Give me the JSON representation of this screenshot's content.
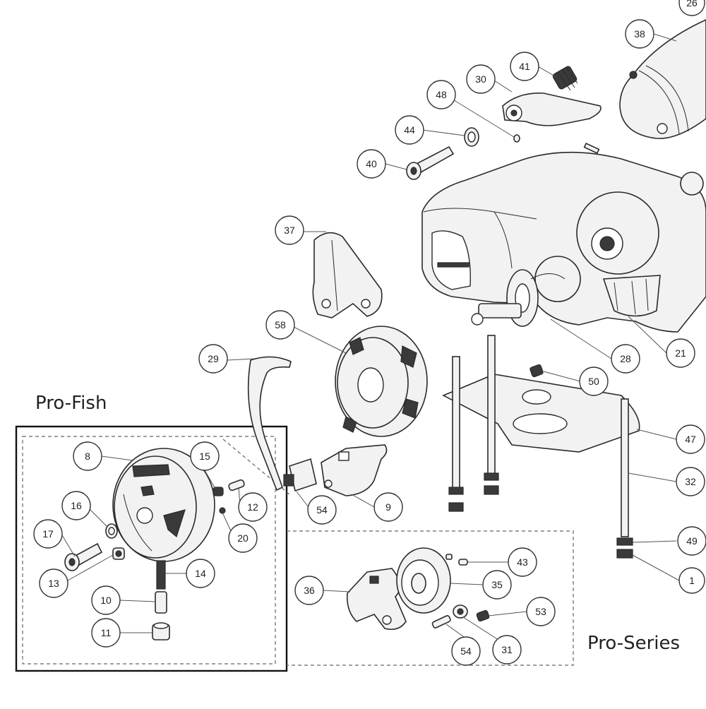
{
  "groups": {
    "pro_fish": "Pro-Fish",
    "pro_series": "Pro-Series"
  },
  "callouts": [
    {
      "id": "26",
      "label": "26"
    },
    {
      "id": "38",
      "label": "38"
    },
    {
      "id": "41",
      "label": "41"
    },
    {
      "id": "30",
      "label": "30"
    },
    {
      "id": "48",
      "label": "48"
    },
    {
      "id": "44",
      "label": "44"
    },
    {
      "id": "40",
      "label": "40"
    },
    {
      "id": "37",
      "label": "37"
    },
    {
      "id": "58",
      "label": "58"
    },
    {
      "id": "29",
      "label": "29"
    },
    {
      "id": "28",
      "label": "28"
    },
    {
      "id": "21",
      "label": "21"
    },
    {
      "id": "50",
      "label": "50"
    },
    {
      "id": "47",
      "label": "47"
    },
    {
      "id": "32",
      "label": "32"
    },
    {
      "id": "49",
      "label": "49"
    },
    {
      "id": "1",
      "label": "1"
    },
    {
      "id": "9",
      "label": "9"
    },
    {
      "id": "54a",
      "label": "54"
    },
    {
      "id": "8",
      "label": "8"
    },
    {
      "id": "15",
      "label": "15"
    },
    {
      "id": "12",
      "label": "12"
    },
    {
      "id": "20",
      "label": "20"
    },
    {
      "id": "16",
      "label": "16"
    },
    {
      "id": "17",
      "label": "17"
    },
    {
      "id": "13",
      "label": "13"
    },
    {
      "id": "14",
      "label": "14"
    },
    {
      "id": "10",
      "label": "10"
    },
    {
      "id": "11",
      "label": "11"
    },
    {
      "id": "36",
      "label": "36"
    },
    {
      "id": "43",
      "label": "43"
    },
    {
      "id": "35",
      "label": "35"
    },
    {
      "id": "53",
      "label": "53"
    },
    {
      "id": "54b",
      "label": "54"
    },
    {
      "id": "31",
      "label": "31"
    }
  ],
  "colors": {
    "line": "#2a2a2a",
    "background": "#ffffff",
    "box_border": "#111111"
  }
}
